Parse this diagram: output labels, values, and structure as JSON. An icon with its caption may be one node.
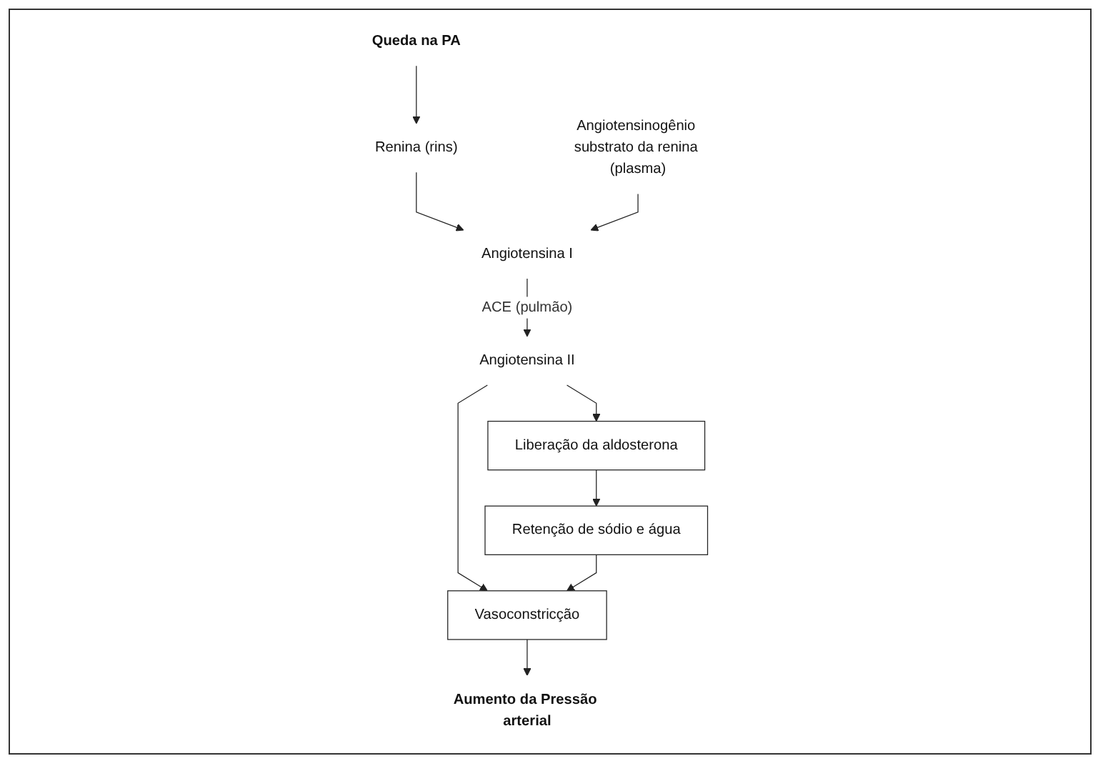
{
  "diagram": {
    "nodes": [
      {
        "text": [
          "Queda na PA"
        ]
      },
      {
        "text": [
          "Renina (rins)"
        ]
      },
      {
        "text": [
          "Angiotensinogênio substrato da renina (plasma)"
        ]
      },
      {
        "text": [
          "Angiotensina I"
        ]
      },
      {
        "text": [
          "Angiotensina II"
        ]
      },
      {
        "text": [
          "Liberação da aldosterona"
        ]
      },
      {
        "text": [
          "Retenção de sódio e água"
        ]
      },
      {
        "text": [
          "Vasoconstricção"
        ]
      },
      {
        "text": [
          "Aumento da Pressão arterial"
        ]
      }
    ],
    "edges": [
      {
        "from": 0,
        "to": 1,
        "arrow": "to"
      },
      {
        "from": 1,
        "to": 3,
        "arrow": "to"
      },
      {
        "from": 2,
        "to": 3,
        "arrow": "to"
      },
      {
        "from": 3,
        "to": 4,
        "arrow": "to",
        "label": "ACE (pulmão)"
      },
      {
        "from": 4,
        "to": 5,
        "arrow": "to"
      },
      {
        "from": 4,
        "to": 7,
        "arrow": "to"
      },
      {
        "from": 5,
        "to": 6,
        "arrow": "to"
      },
      {
        "from": 6,
        "to": 7,
        "arrow": "to"
      },
      {
        "from": 7,
        "to": 8,
        "arrow": "to"
      }
    ]
  }
}
